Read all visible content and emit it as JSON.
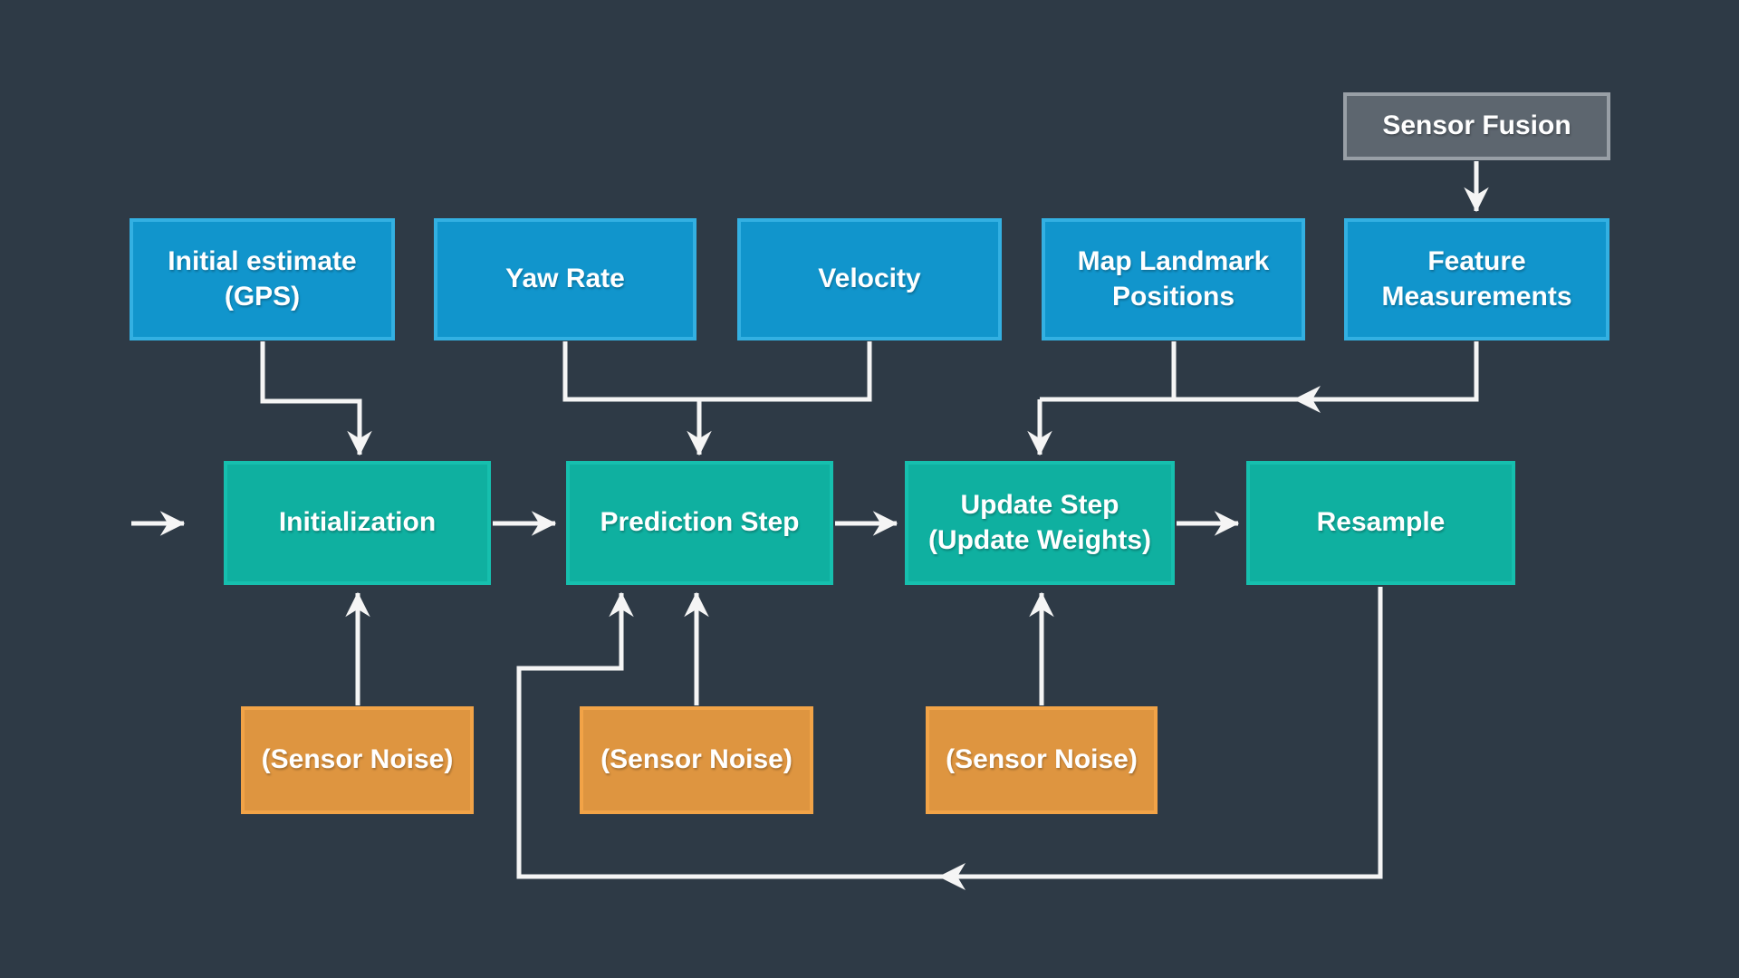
{
  "diagram": {
    "background_color": "#2e3a46",
    "arrow_color": "#f5f5f5",
    "palette": {
      "input_fill": "#1195cc",
      "input_border": "#33b0e2",
      "process_fill": "#0fb0a0",
      "process_border": "#16bfae",
      "noise_fill": "#de9540",
      "noise_border": "#f2a347",
      "annotation_fill": "#5d666f",
      "annotation_border": "#989fa6"
    },
    "nodes": {
      "sensor_fusion": {
        "label": "Sensor Fusion"
      },
      "initial_estimate": {
        "label": "Initial estimate (GPS)"
      },
      "yaw_rate": {
        "label": "Yaw Rate"
      },
      "velocity": {
        "label": "Velocity"
      },
      "map_landmarks": {
        "label": "Map Landmark Positions"
      },
      "feature_measurements": {
        "label": "Feature Measurements"
      },
      "initialization": {
        "label": "Initialization"
      },
      "prediction_step": {
        "label": "Prediction Step"
      },
      "update_step": {
        "label": "Update Step (Update Weights)"
      },
      "resample": {
        "label": "Resample"
      },
      "sensor_noise_initialization": {
        "label": "(Sensor Noise)"
      },
      "sensor_noise_prediction": {
        "label": "(Sensor Noise)"
      },
      "sensor_noise_update": {
        "label": "(Sensor Noise)"
      }
    }
  }
}
